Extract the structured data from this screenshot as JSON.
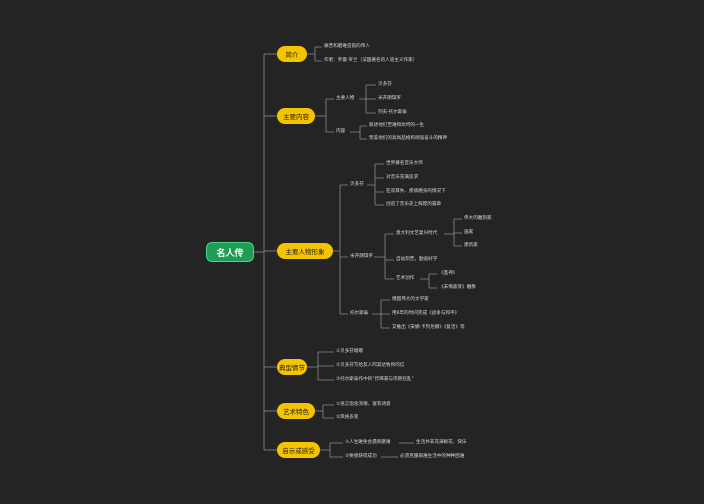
{
  "root": "名人传",
  "branches": {
    "intro": {
      "label": "简介",
      "items": [
        "痛苦和磨难造就的伟人",
        "作者：罗曼·罗兰（法国著名的人道主义作家）"
      ]
    },
    "content": {
      "label": "主要内容",
      "people": {
        "label": "主要人物",
        "items": [
          "贝多芬",
          "米开朗琪罗",
          "列夫·托尔斯泰"
        ]
      },
      "meaning": {
        "label": "内容",
        "items": [
          "叙述他们苦难和坎坷的一生",
          "赞美他们的高尚品格和顽强奋斗的精神"
        ]
      }
    },
    "figures": {
      "label": "主要人物形象",
      "beethoven": {
        "label": "贝多芬",
        "items": [
          "世界著名音乐大师",
          "对音乐充满追求",
          "在双耳失、疾病缠身的情况下",
          "创造了音乐史上辉煌的篇章"
        ]
      },
      "michelangelo": {
        "label": "米开朗琪罗",
        "era": "意大利文艺复兴时代",
        "roles": [
          "伟大的雕刻家",
          "画家",
          "建筑家"
        ],
        "trait": "自幼刻苦，勤奋好学",
        "works": {
          "label": "艺术创作",
          "items": [
            "《圣神》",
            "《末悔喜贤》雕像"
          ]
        }
      },
      "tolstoy": {
        "label": "托尔斯泰",
        "items": [
          "俄国伟大的文学家",
          "用6年的时间完成《战争与和平》",
          "又推出《安娜·卡列尼娜》《复活》等"
        ]
      }
    },
    "plot": {
      "label": "典型情节",
      "items": [
        "①贝多芬塘聩",
        "②贝多芬写给友人阿其达牧师的信",
        "③托尔斯泰作中的“炸啄豪与宗教狂乱”"
      ]
    },
    "art": {
      "label": "艺术特色",
      "items": [
        "①语言饱含深情、富有诗意",
        "②风格多变"
      ]
    },
    "insight": {
      "label": "启示或感受",
      "items": [
        "①人生难免会遇到磨难",
        "②要想获得成功"
      ],
      "details": [
        "生活并非充满鲜花、快乐",
        "必须克服艰难生活中的种种困难"
      ]
    }
  },
  "colors": {
    "background": "#242424",
    "branch": "#f5c400",
    "root": "#1f9d55",
    "line": "#8a8a8a",
    "text": "#d9d9d9"
  }
}
